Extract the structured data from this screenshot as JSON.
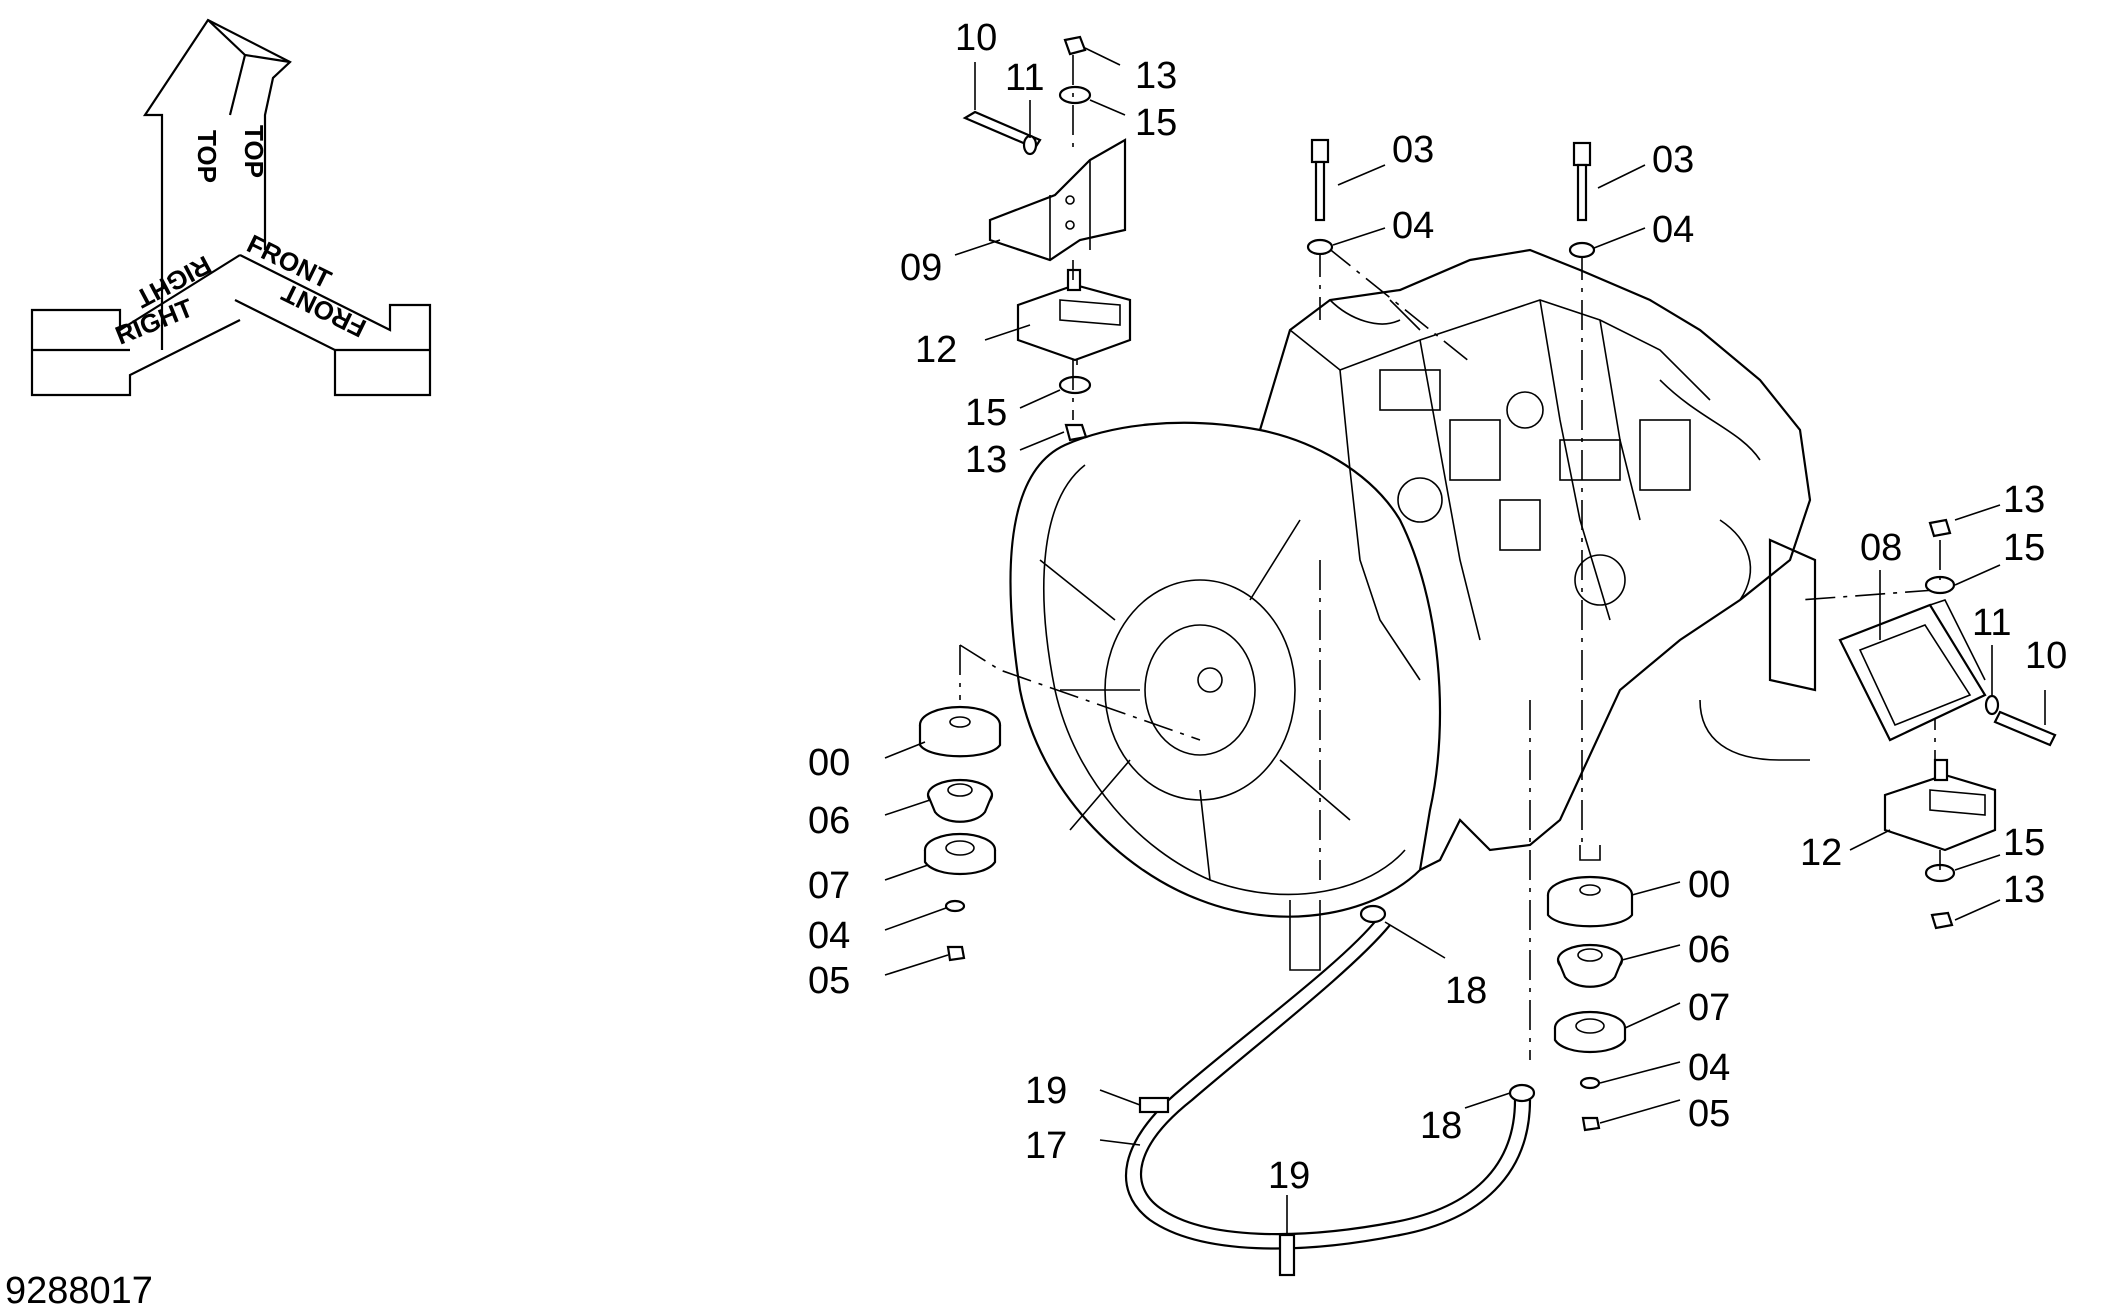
{
  "drawing_id": "9288017",
  "orientation": {
    "top_a": "TOP",
    "top_b": "TOP",
    "right_a": "RIGHT",
    "right_b": "RIGHT",
    "front_a": "FRONT",
    "front_b": "FRONT"
  },
  "callouts": {
    "c10_top": "10",
    "c11_top": "11",
    "c13_top": "13",
    "c15_top": "15",
    "c09": "09",
    "c12_left": "12",
    "c15_left": "15",
    "c13_left": "13",
    "c03_a": "03",
    "c04_a": "04",
    "c03_b": "03",
    "c04_b": "04",
    "c13_right": "13",
    "c08": "08",
    "c15_right": "15",
    "c11_right": "11",
    "c10_right": "10",
    "c12_right": "12",
    "c15_right_low": "15",
    "c13_right_low": "13",
    "c00_left": "00",
    "c06_left": "06",
    "c07_left": "07",
    "c04_left": "04",
    "c05_left": "05",
    "c00_right": "00",
    "c06_right": "06",
    "c07_right": "07",
    "c04_right": "04",
    "c05_right": "05",
    "c18_top": "18",
    "c18_low": "18",
    "c19_left": "19",
    "c17": "17",
    "c19_bottom": "19"
  }
}
